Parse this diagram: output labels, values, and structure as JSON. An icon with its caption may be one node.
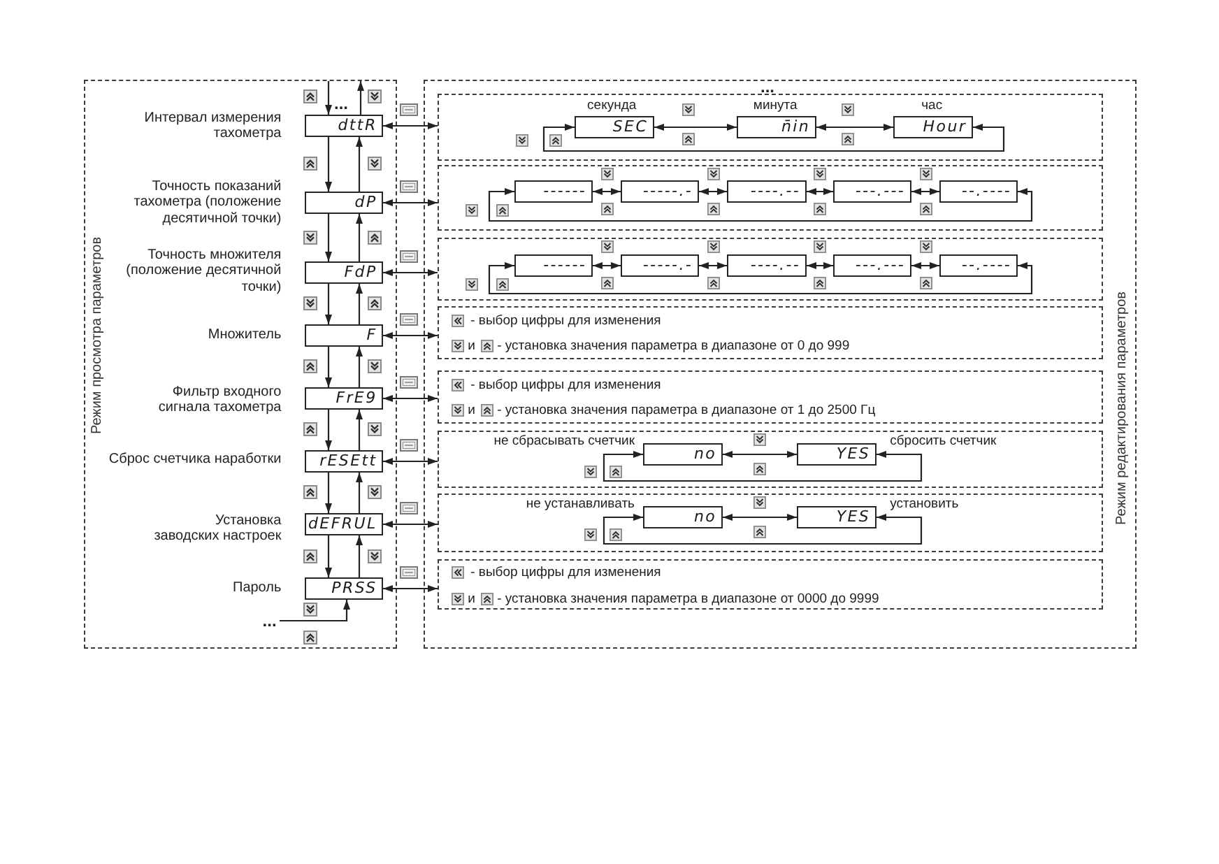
{
  "diagram": {
    "nodes": [
      {
        "text": [
          "Режим просмотра параметров"
        ]
      },
      {
        "text": [
          "dttR"
        ],
        "in": 0,
        "beside": [
          "Интервал измерения тахометра"
        ]
      },
      {
        "text": [
          "dP"
        ],
        "in": 0,
        "beside": [
          "Точность показаний тахометра (положение десятичной точки)"
        ]
      },
      {
        "text": [
          "FdP"
        ],
        "in": 0,
        "beside": [
          "Точность множителя (положение десятичной точки)"
        ]
      },
      {
        "text": [
          "F"
        ],
        "in": 0,
        "beside": [
          "Множитель"
        ]
      },
      {
        "text": [
          "FrE9"
        ],
        "in": 0,
        "beside": [
          "Фильтр входного сигнала тахометра"
        ]
      },
      {
        "text": [
          "rESEtt"
        ],
        "in": 0,
        "beside": [
          "Сброс счетчика наработки"
        ]
      },
      {
        "text": [
          "dEFRUL"
        ],
        "in": 0,
        "beside": [
          "Установка заводских настроек"
        ]
      },
      {
        "text": [
          "PRSS"
        ],
        "in": 0,
        "beside": [
          "Пароль"
        ]
      },
      {
        "text": [
          "..."
        ],
        "in": 0
      },
      {
        "text": [
          "Режим редактирования параметров"
        ]
      },
      {
        "text": [],
        "shape": "box",
        "in": 10
      },
      {
        "text": [
          "SEC"
        ],
        "in": 11,
        "beside": [
          "секунда"
        ]
      },
      {
        "text": [
          "n̄in"
        ],
        "in": 11,
        "beside": [
          "минута"
        ]
      },
      {
        "text": [
          "Hour"
        ],
        "in": 11,
        "beside": [
          "час"
        ]
      },
      {
        "text": [],
        "shape": "box",
        "in": 10
      },
      {
        "text": [
          "------"
        ],
        "in": 15
      },
      {
        "text": [
          "-----.-"
        ],
        "in": 15
      },
      {
        "text": [
          "----.--"
        ],
        "in": 15
      },
      {
        "text": [
          "---.---"
        ],
        "in": 15
      },
      {
        "text": [
          "--.----"
        ],
        "in": 15
      },
      {
        "text": [],
        "shape": "box",
        "in": 10
      },
      {
        "text": [
          "------"
        ],
        "in": 21
      },
      {
        "text": [
          "-----.-"
        ],
        "in": 21
      },
      {
        "text": [
          "----.--"
        ],
        "in": 21
      },
      {
        "text": [
          "---.---"
        ],
        "in": 21
      },
      {
        "text": [
          "--.----"
        ],
        "in": 21
      },
      {
        "text": [
          "- выбор цифры для изменения",
          "и",
          "- установка значения параметра в диапазоне от 0 до 999"
        ],
        "in": 10
      },
      {
        "text": [
          "- выбор цифры для изменения",
          "и",
          "- установка значения параметра в диапазоне от 1 до 2500 Гц"
        ],
        "in": 10
      },
      {
        "text": [],
        "shape": "box",
        "in": 10
      },
      {
        "text": [
          "no"
        ],
        "in": 29,
        "beside": [
          "не сбрасывать счетчик"
        ]
      },
      {
        "text": [
          "YES"
        ],
        "in": 29,
        "beside": [
          "сбросить счетчик"
        ]
      },
      {
        "text": [],
        "shape": "box",
        "in": 10
      },
      {
        "text": [
          "no"
        ],
        "in": 32,
        "beside": [
          "не устанавливать"
        ]
      },
      {
        "text": [
          "YES"
        ],
        "in": 32,
        "beside": [
          "установить"
        ]
      },
      {
        "text": [
          "- выбор цифры для изменения",
          "и",
          "- установка значения параметра в диапазоне от 0000 до 9999"
        ],
        "in": 10
      }
    ],
    "edges": [
      {
        "from": null,
        "to": 1,
        "arrow": "to"
      },
      {
        "from": 1,
        "to": null,
        "arrow": "to"
      },
      {
        "from": 1,
        "to": 2,
        "arrow": "to"
      },
      {
        "from": 2,
        "to": 1,
        "arrow": "to"
      },
      {
        "from": 2,
        "to": 3,
        "arrow": "to"
      },
      {
        "from": 3,
        "to": 2,
        "arrow": "to"
      },
      {
        "from": 3,
        "to": 4,
        "arrow": "to"
      },
      {
        "from": 4,
        "to": 3,
        "arrow": "to"
      },
      {
        "from": 4,
        "to": 5,
        "arrow": "to"
      },
      {
        "from": 5,
        "to": 4,
        "arrow": "to"
      },
      {
        "from": 5,
        "to": 6,
        "arrow": "to"
      },
      {
        "from": 6,
        "to": 5,
        "arrow": "to"
      },
      {
        "from": 6,
        "to": 7,
        "arrow": "to"
      },
      {
        "from": 7,
        "to": 6,
        "arrow": "to"
      },
      {
        "from": 7,
        "to": 8,
        "arrow": "to"
      },
      {
        "from": 8,
        "to": 7,
        "arrow": "to"
      },
      {
        "from": 9,
        "to": 8,
        "arrow": "to"
      },
      {
        "from": 1,
        "to": 11,
        "arrow": "both"
      },
      {
        "from": 2,
        "to": 15,
        "arrow": "both"
      },
      {
        "from": 3,
        "to": 21,
        "arrow": "both"
      },
      {
        "from": 4,
        "to": 27,
        "arrow": "both"
      },
      {
        "from": 5,
        "to": 28,
        "arrow": "both"
      },
      {
        "from": 6,
        "to": 29,
        "arrow": "both"
      },
      {
        "from": 7,
        "to": 32,
        "arrow": "both"
      },
      {
        "from": 8,
        "to": 35,
        "arrow": "both"
      },
      {
        "from": 12,
        "to": 13,
        "arrow": "both"
      },
      {
        "from": 13,
        "to": 14,
        "arrow": "both"
      },
      {
        "from": 14,
        "to": 12,
        "arrow": "both"
      },
      {
        "from": 16,
        "to": 17,
        "arrow": "both"
      },
      {
        "from": 17,
        "to": 18,
        "arrow": "both"
      },
      {
        "from": 18,
        "to": 19,
        "arrow": "both"
      },
      {
        "from": 19,
        "to": 20,
        "arrow": "both"
      },
      {
        "from": 20,
        "to": 16,
        "arrow": "both"
      },
      {
        "from": 22,
        "to": 23,
        "arrow": "both"
      },
      {
        "from": 23,
        "to": 24,
        "arrow": "both"
      },
      {
        "from": 24,
        "to": 25,
        "arrow": "both"
      },
      {
        "from": 25,
        "to": 26,
        "arrow": "both"
      },
      {
        "from": 26,
        "to": 22,
        "arrow": "both"
      },
      {
        "from": 30,
        "to": 31,
        "arrow": "both"
      },
      {
        "from": 31,
        "to": 30,
        "arrow": "both"
      },
      {
        "from": 33,
        "to": 34,
        "arrow": "both"
      },
      {
        "from": 34,
        "to": 33,
        "arrow": "both"
      }
    ],
    "labels": [
      "...",
      "..."
    ]
  }
}
